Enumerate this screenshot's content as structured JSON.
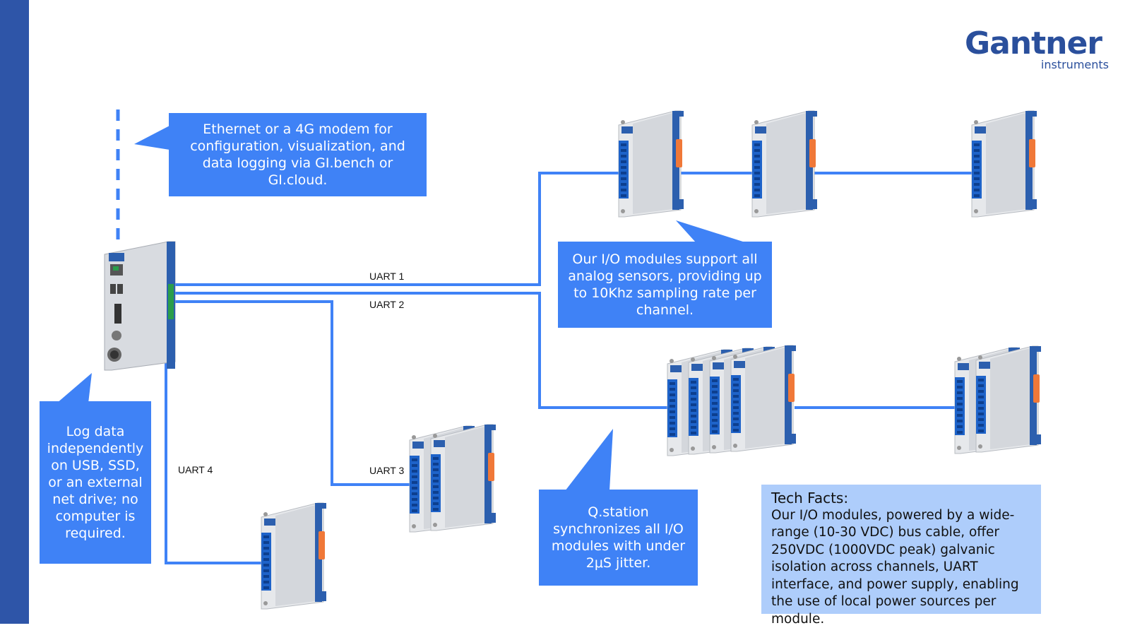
{
  "brand": {
    "name": "Gantner",
    "sub": "instruments",
    "color": "#2a4f9c"
  },
  "colors": {
    "sidebar": "#2e55a8",
    "line": "#3f82f6",
    "callout": "#3f82f6",
    "facts_bg": "#aecdfb",
    "terminal": "#1e63c9",
    "release_tab": "#f07838"
  },
  "callouts": {
    "ethernet": "Ethernet or a 4G modem for configuration, visualization, and data logging via GI.bench or GI.cloud.",
    "io_modules": "Our I/O modules support all analog sensors, providing up to 10Khz sampling rate per channel.",
    "log_data": "Log data independently on USB, SSD, or an external net drive; no computer is required.",
    "qstation": "Q.station synchronizes all I/O modules with under 2μS jitter."
  },
  "uart_labels": {
    "uart1": "UART 1",
    "uart2": "UART 2",
    "uart3": "UART 3",
    "uart4": "UART 4"
  },
  "tech_facts": {
    "title": "Tech Facts:",
    "body": "Our I/O modules, powered by a wide-range (10-30 VDC) bus cable, offer 250VDC (1000VDC peak) galvanic isolation across channels, UART interface, and power supply, enabling the use of local power sources per module."
  }
}
